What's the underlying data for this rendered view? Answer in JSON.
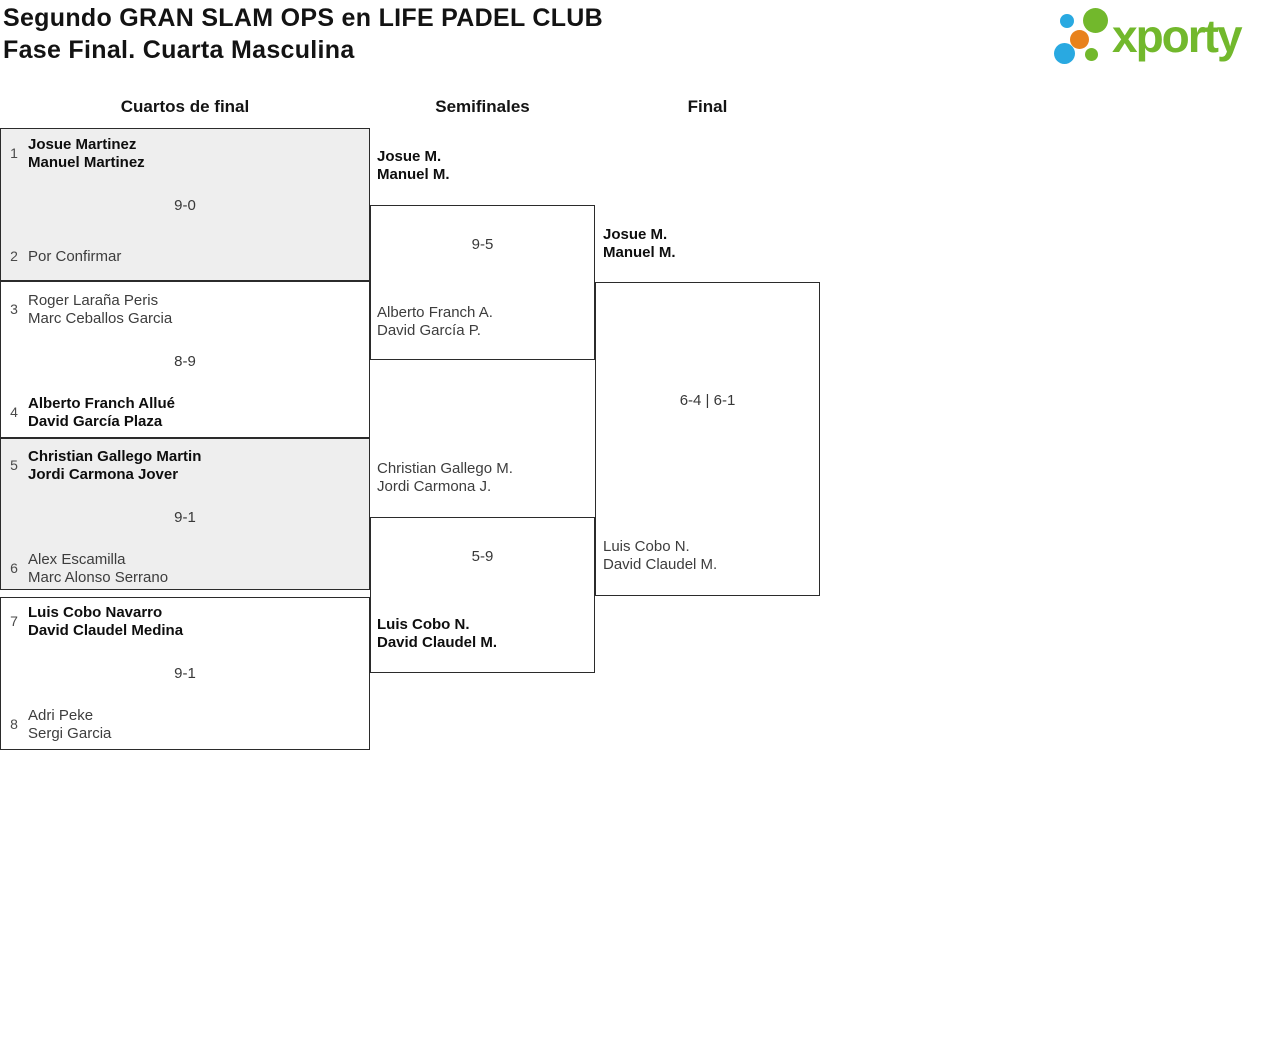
{
  "header": {
    "title_line1": "Segundo GRAN SLAM OPS en LIFE PADEL CLUB",
    "title_line2": "Fase Final. Cuarta Masculina",
    "logo_text": "xporty"
  },
  "colors": {
    "brand_green": "#72b82c",
    "brand_blue": "#29a9e1",
    "brand_orange": "#e8821b",
    "box_shade": "#eeeeee",
    "box_border": "#2b2b2b"
  },
  "rounds": {
    "quarterfinals_label": "Cuartos de final",
    "semifinals_label": "Semifinales",
    "final_label": "Final"
  },
  "bracket": {
    "quarterfinals": [
      {
        "seed_top": "1",
        "team_top": [
          "Josue Martinez",
          "Manuel Martinez"
        ],
        "score": "9-0",
        "seed_bottom": "2",
        "team_bottom": [
          "Por Confirmar"
        ]
      },
      {
        "seed_top": "3",
        "team_top": [
          "Roger Laraña Peris",
          "Marc Ceballos Garcia"
        ],
        "score": "8-9",
        "seed_bottom": "4",
        "team_bottom": [
          "Alberto Franch Allué",
          "David García Plaza"
        ]
      },
      {
        "seed_top": "5",
        "team_top": [
          "Christian Gallego Martin",
          "Jordi Carmona Jover"
        ],
        "score": "9-1",
        "seed_bottom": "6",
        "team_bottom": [
          "Alex Escamilla",
          "Marc Alonso Serrano"
        ]
      },
      {
        "seed_top": "7",
        "team_top": [
          "Luis Cobo Navarro",
          "David Claudel Medina"
        ],
        "score": "9-1",
        "seed_bottom": "8",
        "team_bottom": [
          "Adri Peke",
          "Sergi Garcia"
        ]
      }
    ],
    "semifinals": [
      {
        "team_top": [
          "Josue M.",
          "Manuel M."
        ],
        "score": "9-5",
        "team_bottom": [
          "Alberto Franch A.",
          "David García P."
        ]
      },
      {
        "team_top": [
          "Christian Gallego M.",
          "Jordi Carmona J."
        ],
        "score": "5-9",
        "team_bottom": [
          "Luis Cobo N.",
          "David Claudel M."
        ]
      }
    ],
    "final": {
      "team_top": [
        "Josue M.",
        "Manuel M."
      ],
      "score": "6-4 | 6-1",
      "team_bottom": [
        "Luis Cobo N.",
        "David Claudel M."
      ]
    }
  }
}
